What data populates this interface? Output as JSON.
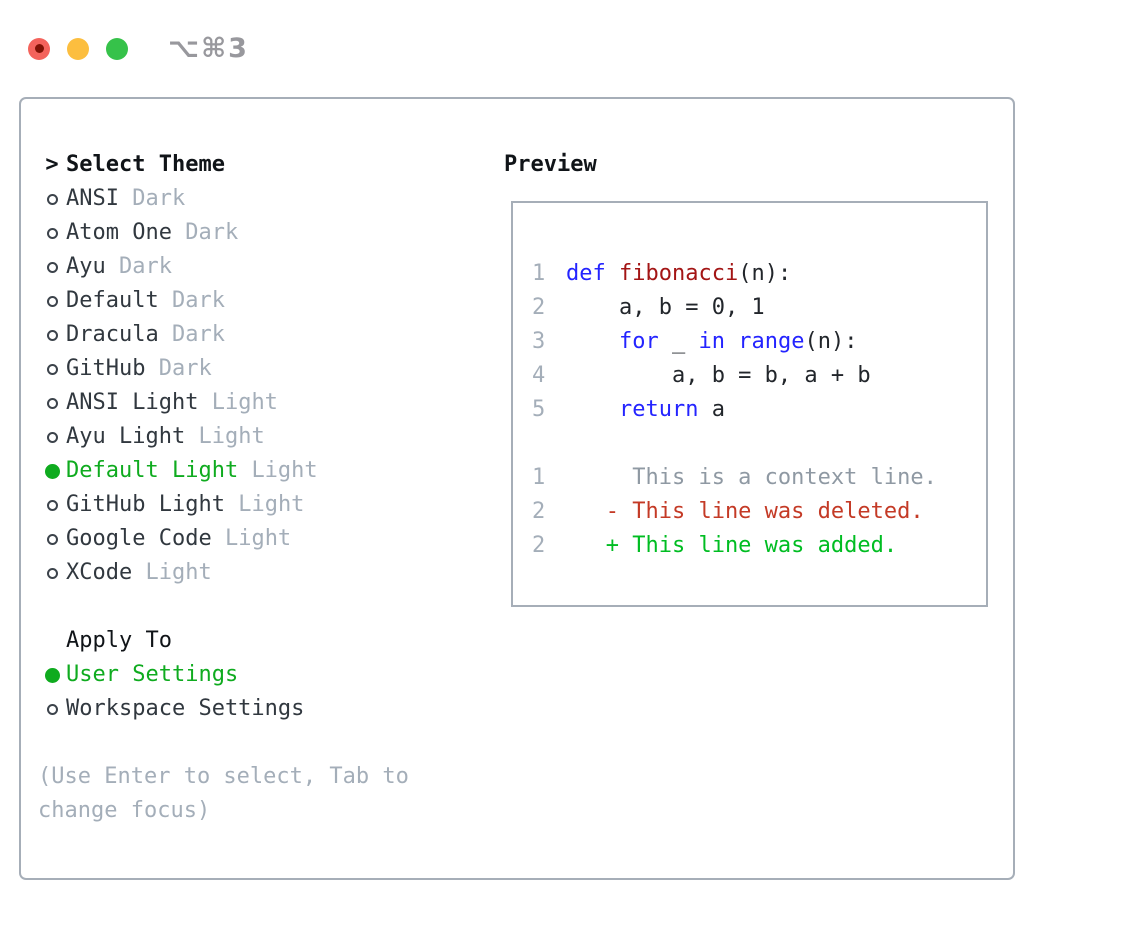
{
  "window": {
    "title": "⌥⌘3"
  },
  "theme_panel": {
    "header": {
      "prompt": ">",
      "label": "Select Theme"
    },
    "themes": [
      {
        "name": "ANSI",
        "variant": "Dark",
        "selected": false
      },
      {
        "name": "Atom One",
        "variant": "Dark",
        "selected": false
      },
      {
        "name": "Ayu",
        "variant": "Dark",
        "selected": false
      },
      {
        "name": "Default",
        "variant": "Dark",
        "selected": false
      },
      {
        "name": "Dracula",
        "variant": "Dark",
        "selected": false
      },
      {
        "name": "GitHub",
        "variant": "Dark",
        "selected": false
      },
      {
        "name": "ANSI Light",
        "variant": "Light",
        "selected": false
      },
      {
        "name": "Ayu Light",
        "variant": "Light",
        "selected": false
      },
      {
        "name": "Default Light",
        "variant": "Light",
        "selected": true
      },
      {
        "name": "GitHub Light",
        "variant": "Light",
        "selected": false
      },
      {
        "name": "Google Code",
        "variant": "Light",
        "selected": false
      },
      {
        "name": "XCode",
        "variant": "Light",
        "selected": false
      }
    ],
    "apply_to": {
      "label": "Apply To",
      "options": [
        {
          "label": "User Settings",
          "selected": true
        },
        {
          "label": "Workspace Settings",
          "selected": false
        }
      ]
    },
    "hint": "(Use Enter to select, Tab to change focus)"
  },
  "preview": {
    "label": "Preview",
    "code_lines": [
      {
        "number": "1",
        "tokens": [
          {
            "t": "def",
            "c": "keyword"
          },
          {
            "t": " ",
            "c": "plain"
          },
          {
            "t": "fibonacci",
            "c": "function"
          },
          {
            "t": "(n):",
            "c": "plain"
          }
        ]
      },
      {
        "number": "2",
        "tokens": [
          {
            "t": "    a, b = 0, 1",
            "c": "plain"
          }
        ]
      },
      {
        "number": "3",
        "tokens": [
          {
            "t": "    ",
            "c": "plain"
          },
          {
            "t": "for",
            "c": "keyword"
          },
          {
            "t": " _ ",
            "c": "plain"
          },
          {
            "t": "in",
            "c": "keyword"
          },
          {
            "t": " ",
            "c": "plain"
          },
          {
            "t": "range",
            "c": "keyword"
          },
          {
            "t": "(n):",
            "c": "plain"
          }
        ]
      },
      {
        "number": "4",
        "tokens": [
          {
            "t": "        a, b = b, a + b",
            "c": "plain"
          }
        ]
      },
      {
        "number": "5",
        "tokens": [
          {
            "t": "    ",
            "c": "plain"
          },
          {
            "t": "return",
            "c": "keyword"
          },
          {
            "t": " a",
            "c": "plain"
          }
        ]
      }
    ],
    "diff_lines": [
      {
        "number": "1",
        "sign": "",
        "text": "This is a context line.",
        "kind": "context"
      },
      {
        "number": "2",
        "sign": "-",
        "text": "This line was deleted.",
        "kind": "deleted"
      },
      {
        "number": "2",
        "sign": "+",
        "text": "This line was added.",
        "kind": "added"
      }
    ]
  },
  "colors": {
    "accent_green": "#0fab1f",
    "diff_added_green": "#00bd22",
    "diff_deleted_red": "#c43a26",
    "keyword_blue": "#2424ff",
    "function_red": "#a31515",
    "muted_gray": "#a4aeb9",
    "context_gray": "#8f99a3",
    "text_dark": "#31383f",
    "heading_black": "#101418",
    "panel_border": "#a6aeb8",
    "title_gray": "#98989d",
    "traffic_red": "#f4635c",
    "traffic_red_dot": "#801205",
    "traffic_yellow": "#fcbe3f",
    "traffic_green": "#36c24a"
  }
}
